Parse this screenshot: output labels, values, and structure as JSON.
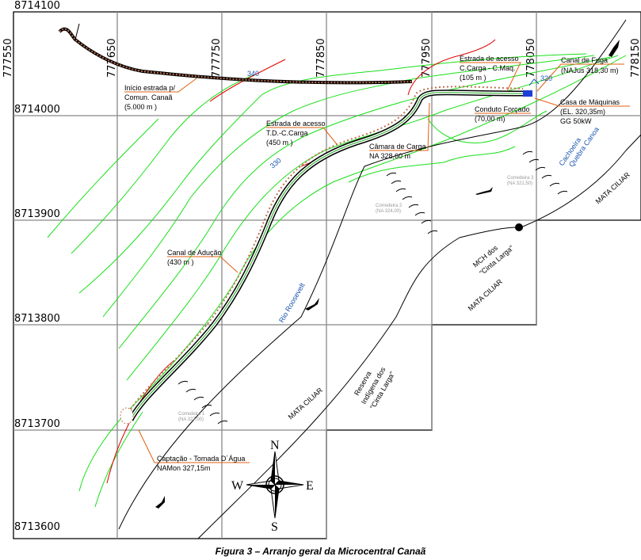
{
  "coords": {
    "north": [
      "8714100",
      "8714000",
      "8713900",
      "8713800",
      "8713700",
      "8713600"
    ],
    "east": [
      "777550",
      "777650",
      "777750",
      "777850",
      "777950",
      "778050",
      "778150"
    ]
  },
  "labels": {
    "inicio": [
      "Início estrada p/",
      "Comun. Canaã",
      "(5.000 m )"
    ],
    "estrada_td": [
      "Estrada de acesso",
      "T.D.-C.Carga",
      "(450 m )"
    ],
    "camara": [
      "Câmara de Carga",
      "NA 328,60 m"
    ],
    "estrada_cm": [
      "Estrada de acesso",
      "C.Carga - C.Maq.",
      "(105 m )"
    ],
    "canal_fuga": [
      "Canal de Fuga",
      "(NAJus 318,30 m)"
    ],
    "casa": [
      "Casa de Máquinas",
      "(EL. 320,35m)",
      "GG 50kW"
    ],
    "conduto": [
      "Conduto Forçado",
      "(70,00 m)"
    ],
    "aducao": [
      "Canal de Adução",
      "(430 m )"
    ],
    "captacao": [
      "Captação - Tomada D´Água",
      "NAMon 327,15m"
    ],
    "corredeira1": [
      "Corredeira 1",
      "(NA 327,00)"
    ],
    "corredeira2": [
      "Corredeira 2",
      "(NA 324,00)"
    ],
    "corredeira3": [
      "Corredeira 3",
      "(NA 321,50)"
    ],
    "mch": [
      "MCH dos",
      "\"Cinta Larga\""
    ],
    "reserva": [
      "Reserva",
      "Indígena dos",
      "\"Cinta Larga\""
    ],
    "mata": "MATA CILIAR",
    "rio": "Rio  Roosevelt",
    "cachoeira": [
      "Cachoeira",
      "Quebra Canoa"
    ],
    "contours": [
      "340",
      "330",
      "320"
    ]
  },
  "compass": {
    "n": "N",
    "s": "S",
    "e": "E",
    "w": "W"
  },
  "caption": "Figura 3 – Arranjo geral da Microcentral Canaã"
}
